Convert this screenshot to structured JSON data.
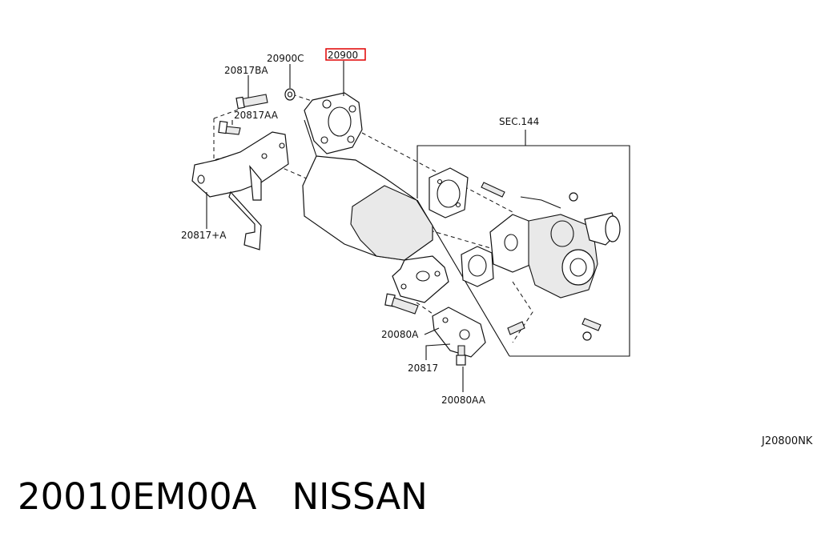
{
  "labels": {
    "cat_converter": "20900",
    "nut_20900c": "20900C",
    "bolt_20817ba": "20817BA",
    "bolt_20817aa": "20817AA",
    "bracket_20817a": "20817+A",
    "section_ref": "SEC.144",
    "bolt_20080a": "20080A",
    "bracket_20817": "20817",
    "bolt_20080aa": "20080AA"
  },
  "diagram_code": "J20800NK",
  "footer": {
    "part_number": "20010EM00A",
    "brand": "NISSAN"
  },
  "colors": {
    "highlight": "#e00000",
    "line": "#111111"
  }
}
